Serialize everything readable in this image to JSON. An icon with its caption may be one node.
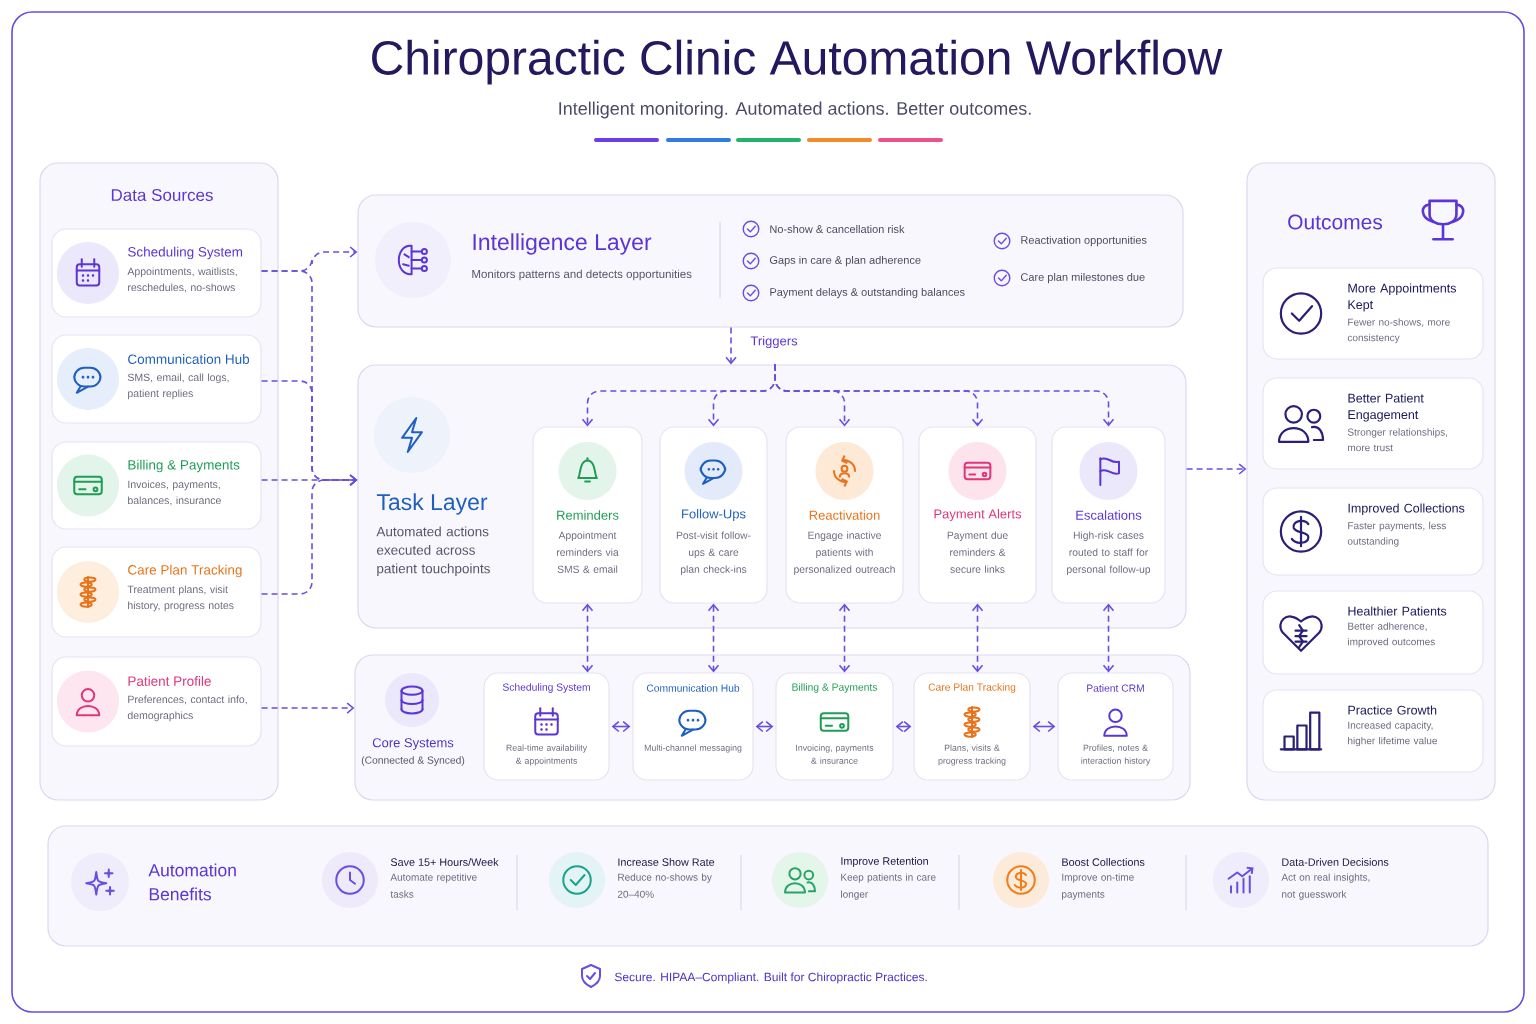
{
  "diagram": {
    "title": "Chiropractic Clinic Automation Workflow",
    "nodes": [
      {
        "text": [
          "Data Sources"
        ]
      },
      {
        "text": [
          "Scheduling System",
          "Appointments, waitlists, reschedules, no-shows"
        ],
        "in": 0
      },
      {
        "text": [
          "Communication Hub",
          "SMS, email, call logs, patient replies"
        ],
        "in": 0
      },
      {
        "text": [
          "Billing & Payments",
          "Invoices, payments, balances, insurance"
        ],
        "in": 0
      },
      {
        "text": [
          "Care Plan Tracking",
          "Treatment plans, visit history, progress notes"
        ],
        "in": 0
      },
      {
        "text": [
          "Patient Profile",
          "Preferences, contact info, demographics"
        ],
        "in": 0
      },
      {
        "text": [
          "Intelligence Layer",
          "Monitors patterns and detects opportunities",
          "No-show & cancellation risk",
          "Gaps in care & plan adherence",
          "Payment delays & outstanding balances",
          "Reactivation opportunities",
          "Care plan milestones due"
        ]
      },
      {
        "text": [
          "Task Layer",
          "Automated actions executed across patient touchpoints"
        ]
      },
      {
        "text": [
          "Reminders",
          "Appointment reminders via SMS & email"
        ],
        "in": 7
      },
      {
        "text": [
          "Follow-Ups",
          "Post-visit follow-ups & care plan check-ins"
        ],
        "in": 7
      },
      {
        "text": [
          "Reactivation",
          "Engage inactive patients with personalized outreach"
        ],
        "in": 7
      },
      {
        "text": [
          "Payment Alerts",
          "Payment due reminders & secure links"
        ],
        "in": 7
      },
      {
        "text": [
          "Escalations",
          "High-risk cases routed to staff for personal follow-up"
        ],
        "in": 7
      },
      {
        "text": [
          "Core Systems",
          "(Connected & Synced)"
        ]
      },
      {
        "text": [
          "Scheduling System",
          "Real-time availability & appointments"
        ],
        "in": 13
      },
      {
        "text": [
          "Communication Hub",
          "Multi-channel messaging"
        ],
        "in": 13
      },
      {
        "text": [
          "Billing & Payments",
          "Invoicing, payments & insurance"
        ],
        "in": 13
      },
      {
        "text": [
          "Care Plan Tracking",
          "Plans, visits & progress tracking"
        ],
        "in": 13
      },
      {
        "text": [
          "Patient CRM",
          "Profiles, notes & interaction history"
        ],
        "in": 13
      },
      {
        "text": [
          "Outcomes"
        ]
      },
      {
        "text": [
          "More Appointments Kept",
          "Fewer no-shows, more consistency"
        ],
        "in": 19
      },
      {
        "text": [
          "Better Patient Engagement",
          "Stronger relationships, more trust"
        ],
        "in": 19
      },
      {
        "text": [
          "Improved Collections",
          "Faster payments, less outstanding"
        ],
        "in": 19
      },
      {
        "text": [
          "Healthier Patients",
          "Better adherence, improved outcomes"
        ],
        "in": 19
      },
      {
        "text": [
          "Practice Growth",
          "Increased capacity, higher lifetime value"
        ],
        "in": 19
      },
      {
        "text": [
          "Automation Benefits"
        ]
      }
    ],
    "edges": [
      {
        "from": 1,
        "to": 6,
        "arrow": "to",
        "style": "dashed"
      },
      {
        "from": 1,
        "to": 7,
        "arrow": "to",
        "style": "dashed"
      },
      {
        "from": 2,
        "to": 7,
        "arrow": "to",
        "style": "dashed"
      },
      {
        "from": 3,
        "to": 7,
        "arrow": "to",
        "style": "dashed"
      },
      {
        "from": 4,
        "to": 7,
        "arrow": "to",
        "style": "dashed"
      },
      {
        "from": 5,
        "to": 13,
        "arrow": "to",
        "style": "dashed"
      },
      {
        "from": 6,
        "to": 7,
        "arrow": "to",
        "style": "dashed",
        "label": "Triggers"
      },
      {
        "from": 7,
        "to": 8,
        "arrow": "to",
        "style": "dashed"
      },
      {
        "from": 7,
        "to": 9,
        "arrow": "to",
        "style": "dashed"
      },
      {
        "from": 7,
        "to": 10,
        "arrow": "to",
        "style": "dashed"
      },
      {
        "from": 7,
        "to": 11,
        "arrow": "to",
        "style": "dashed"
      },
      {
        "from": 7,
        "to": 12,
        "arrow": "to",
        "style": "dashed"
      },
      {
        "from": 8,
        "to": 14,
        "arrow": "both",
        "style": "dashed"
      },
      {
        "from": 9,
        "to": 15,
        "arrow": "both",
        "style": "dashed"
      },
      {
        "from": 10,
        "to": 16,
        "arrow": "both",
        "style": "dashed"
      },
      {
        "from": 11,
        "to": 17,
        "arrow": "both",
        "style": "dashed"
      },
      {
        "from": 12,
        "to": 18,
        "arrow": "both",
        "style": "dashed"
      },
      {
        "from": 14,
        "to": 15,
        "arrow": "both"
      },
      {
        "from": 15,
        "to": 16,
        "arrow": "both"
      },
      {
        "from": 16,
        "to": 17,
        "arrow": "both"
      },
      {
        "from": 17,
        "to": 18,
        "arrow": "both"
      },
      {
        "from": 7,
        "to": 19,
        "arrow": "to",
        "style": "dashed"
      }
    ],
    "labels": [
      "Intelligent monitoring. Automated actions. Better outcomes.",
      "Save 15+ Hours/Week",
      "Automate repetitive tasks",
      "Increase Show Rate",
      "Reduce no-shows by 20–40%",
      "Improve Retention",
      "Keep patients in care longer",
      "Boost Collections",
      "Improve on-time payments",
      "Data-Driven Decisions",
      "Act on real insights, not guesswork",
      "Secure. HIPAA–Compliant. Built for Chiropractic Practices."
    ]
  }
}
